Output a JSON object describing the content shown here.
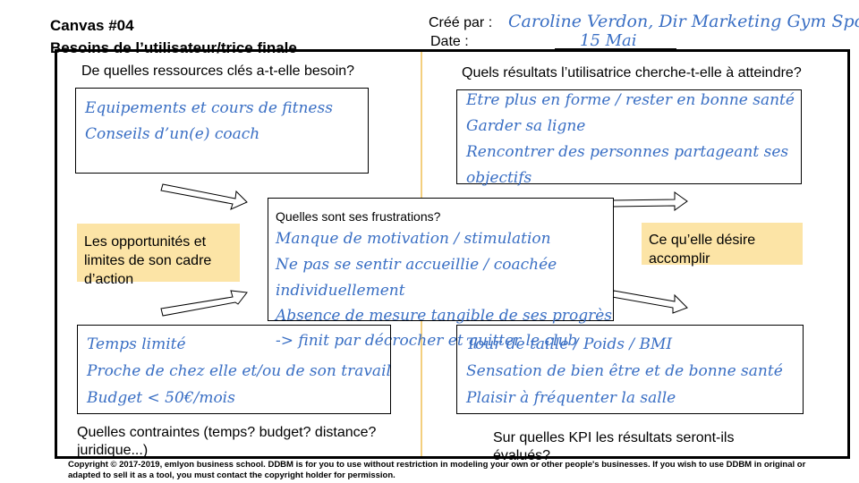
{
  "header": {
    "title": "Canvas #04",
    "subtitle": "Besoins de l’utilisateur/trice finale",
    "created_by_label": "Créé par :",
    "created_by_value": "Caroline Verdon, Dir Marketing Gym Sports",
    "date_label": "Date :",
    "date_value": "15 Mai"
  },
  "resources": {
    "question": "De quelles ressources clés a-t-elle besoin?",
    "answers": [
      "Equipements et cours de fitness",
      "Conseils d’un(e) coach"
    ]
  },
  "results": {
    "question": "Quels résultats l’utilisatrice cherche-t-elle à atteindre?",
    "answers": [
      "Etre plus en forme / rester en bonne santé",
      "Garder sa ligne",
      "Rencontrer des personnes partageant ses",
      "objectifs"
    ]
  },
  "frustrations": {
    "question": "Quelles sont ses frustrations?",
    "answers": [
      "Manque de motivation / stimulation",
      "Ne pas se sentir accueillie / coachée",
      "individuellement",
      "Absence de mesure tangible de ses progrès",
      "-> finit par décrocher et quitter le club"
    ]
  },
  "opportunities": {
    "label": "Les opportunités et limites de son cadre d’action"
  },
  "desire": {
    "label": "Ce qu’elle désire accomplir"
  },
  "constraints": {
    "question": "Quelles contraintes (temps? budget? distance? juridique...)",
    "answers": [
      "Temps limité",
      "Proche de chez elle et/ou de son travail",
      "Budget < 50€/mois"
    ]
  },
  "kpi": {
    "question": "Sur quelles KPI les résultats seront-ils évalués?",
    "answers": [
      "Tour de taille / Poids / BMI",
      "Sensation de bien être et de bonne santé",
      "Plaisir à fréquenter la salle"
    ]
  },
  "footer": {
    "copyright": "Copyright © 2017-2019, emlyon business school. DDBM is for you to use without restriction in modeling your own or other people's businesses. If you wish to use DDBM in original or adapted to sell it as a tool, you must contact the copyright holder for permission."
  },
  "colors": {
    "accent_ink": "#3a6fc4",
    "highlight": "#fce4a6",
    "divider": "#f3cf7e"
  }
}
